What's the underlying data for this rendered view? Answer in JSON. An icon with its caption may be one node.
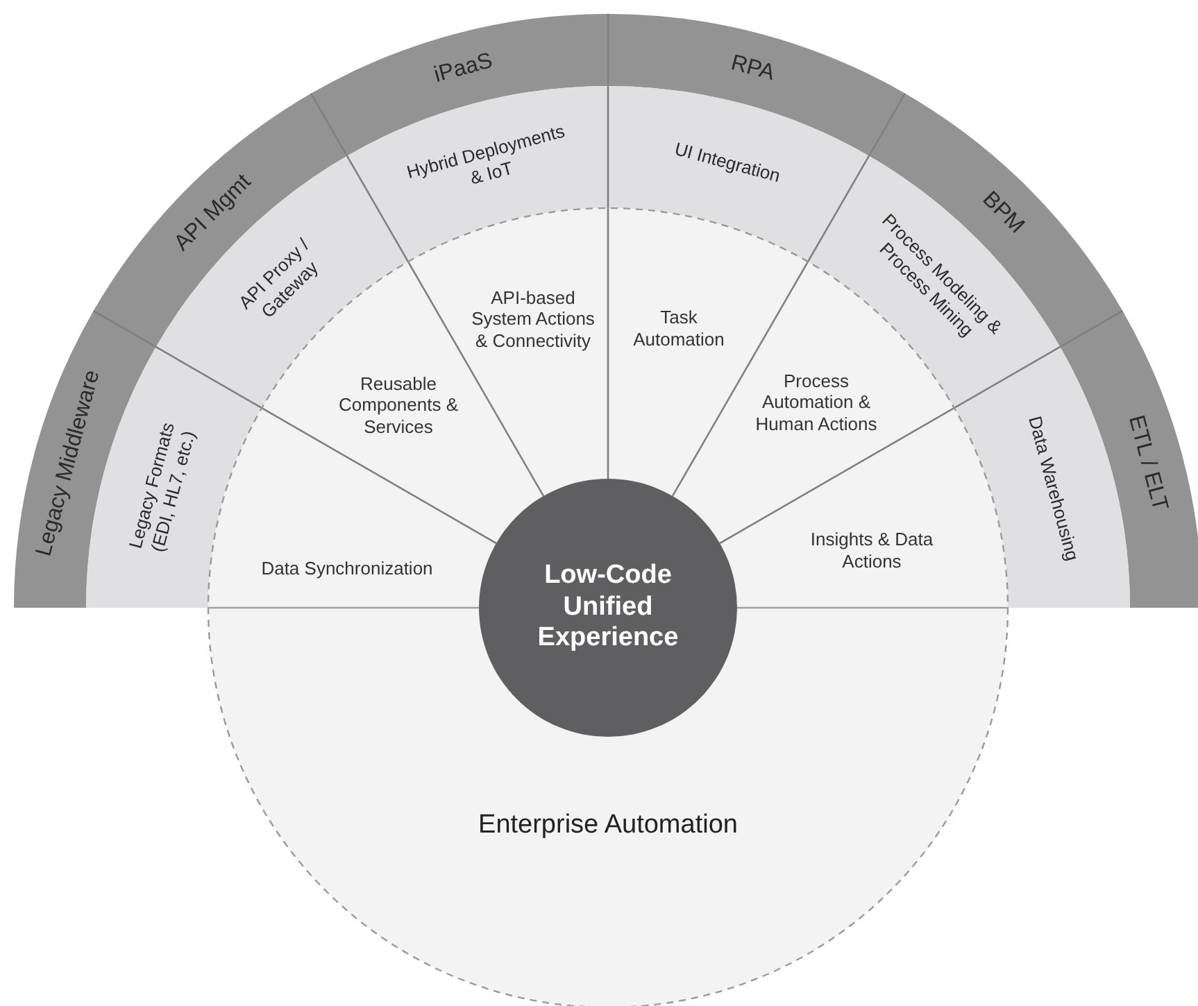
{
  "diagram": {
    "nodes": [
      {
        "text": [
          "Legacy Middleware"
        ]
      },
      {
        "text": [
          "API Mgmt"
        ]
      },
      {
        "text": [
          "iPaaS"
        ]
      },
      {
        "text": [
          "RPA"
        ]
      },
      {
        "text": [
          "BPM"
        ]
      },
      {
        "text": [
          "ETL / ELT"
        ]
      },
      {
        "text": [
          "Legacy Formats (EDI, HL7, etc.)"
        ]
      },
      {
        "text": [
          "API Proxy / Gateway"
        ]
      },
      {
        "text": [
          "Hybrid Deployments & IoT"
        ]
      },
      {
        "text": [
          "UI Integration"
        ]
      },
      {
        "text": [
          "Process Modeling & Process Mining"
        ]
      },
      {
        "text": [
          "Data Warehousing"
        ]
      },
      {
        "text": [
          "Data Synchronization"
        ]
      },
      {
        "text": [
          "Reusable Components & Services"
        ]
      },
      {
        "text": [
          "API-based System Actions & Connectivity"
        ]
      },
      {
        "text": [
          "Task Automation"
        ]
      },
      {
        "text": [
          "Process Automation & Human Actions"
        ]
      },
      {
        "text": [
          "Insights & Data Actions"
        ]
      },
      {
        "text": [
          "Low-Code Unified Experience"
        ]
      },
      {
        "text": [
          "Enterprise Automation"
        ]
      }
    ]
  }
}
